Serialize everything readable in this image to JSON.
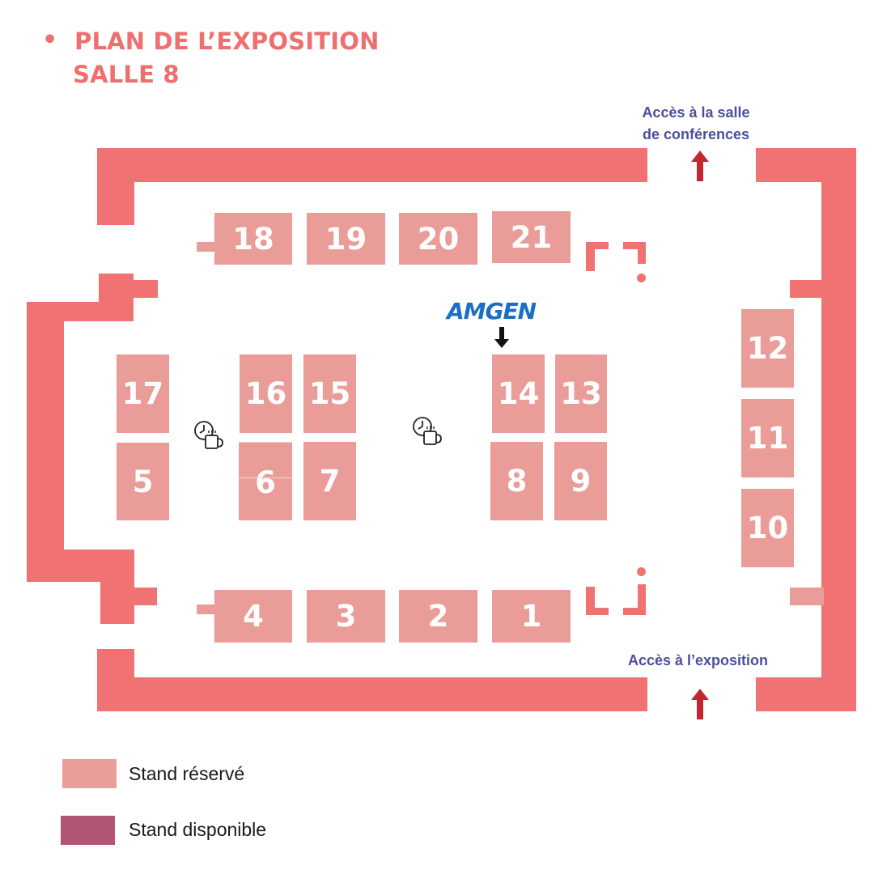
{
  "header": {
    "bullet": "•",
    "title_line1": "PLAN DE L’EXPOSITION",
    "title_line2": "SALLE 8"
  },
  "access": {
    "conference_line1": "Accès à la salle",
    "conference_line2": "de conférences",
    "exhibition": "Accès à l’exposition"
  },
  "sponsor": {
    "logo_text": "AMGEN"
  },
  "stands": {
    "s1": "1",
    "s2": "2",
    "s3": "3",
    "s4": "4",
    "s5": "5",
    "s6": "6",
    "s7": "7",
    "s8": "8",
    "s9": "9",
    "s10": "10",
    "s11": "11",
    "s12": "12",
    "s13": "13",
    "s14": "14",
    "s15": "15",
    "s16": "16",
    "s17": "17",
    "s18": "18",
    "s19": "19",
    "s20": "20",
    "s21": "21"
  },
  "legend": {
    "reserved_label": "Stand réservé",
    "available_label": "Stand disponible"
  },
  "colors": {
    "wall": "#f07272",
    "stand_reserved": "#ea9c98",
    "stand_available": "#b05574",
    "title": "#ee6f6f",
    "access_text": "#4c4f9c",
    "arrow": "#c1272d",
    "amgen_logo": "#1a6fc4"
  },
  "icons": {
    "coffee_break": "coffee-break-icon",
    "entry_arrow": "arrow-up-icon",
    "pointer": "arrow-down-icon"
  }
}
